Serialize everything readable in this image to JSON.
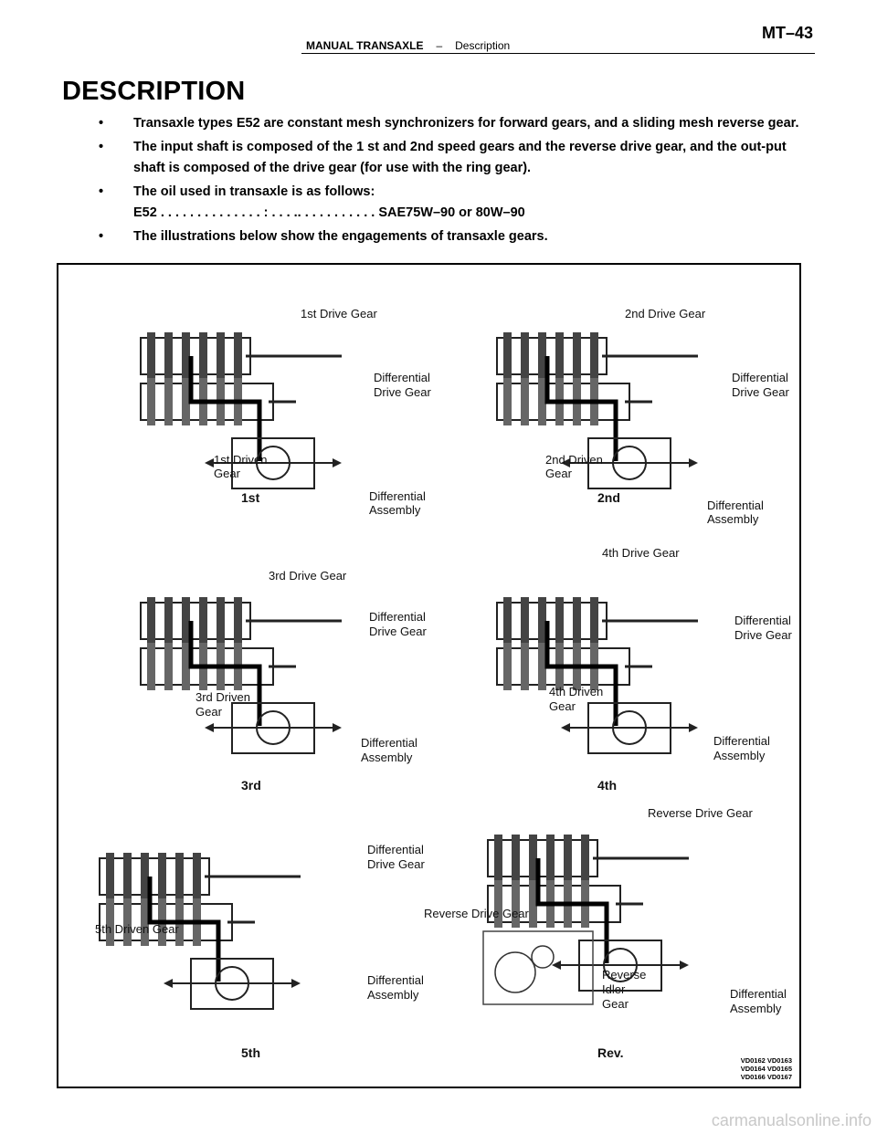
{
  "header": {
    "section": "MANUAL TRANSAXLE",
    "separator": "–",
    "subsection": "Description",
    "page_number": "MT–43"
  },
  "title": "DESCRIPTION",
  "bullets": [
    {
      "symbol": "•",
      "text": "Transaxle types E52 are constant mesh synchronizers for forward gears, and a sliding mesh reverse gear."
    },
    {
      "symbol": "•",
      "text": "The input shaft is composed of the 1 st and 2nd speed gears and the reverse drive gear, and the out-put shaft is composed of the drive gear (for use with the ring gear)."
    },
    {
      "symbol": "•",
      "text": "The oil used in transaxle is as follows:",
      "spec": "E52 . . . . . . . . . . . . . . : . . . .. . . . . . . . . . . SAE75W–90 or 80W–90"
    },
    {
      "symbol": "•",
      "text": "The illustrations below show the engagements of transaxle gears."
    }
  ],
  "figure": {
    "panels": [
      {
        "caption": "1st",
        "labels": [
          "1st Drive Gear",
          "Differential",
          "Drive Gear",
          "1st Driven",
          "Gear",
          "Differential",
          "Assembly"
        ]
      },
      {
        "caption": "2nd",
        "labels": [
          "2nd Drive Gear",
          "Differential",
          "Drive Gear",
          "2nd Driven",
          "Gear",
          "Differential",
          "Assembly"
        ]
      },
      {
        "caption": "3rd",
        "labels": [
          "3rd Drive Gear",
          "Differential",
          "Drive Gear",
          "3rd Driven",
          "Gear",
          "Differential",
          "Assembly"
        ]
      },
      {
        "caption": "4th",
        "labels": [
          "4th Drive Gear",
          "Differential",
          "Drive Gear",
          "4th Driven",
          "Gear",
          "Differential",
          "Assembly"
        ]
      },
      {
        "caption": "5th",
        "labels": [
          "Differential",
          "Drive Gear",
          "5th Driven Gear",
          "Differential",
          "Assembly"
        ]
      },
      {
        "caption": "Rev.",
        "labels": [
          "Reverse Drive Gear",
          "Reverse Drive Gear",
          "Reverse",
          "Idler",
          "Gear",
          "Differential",
          "Assembly"
        ]
      }
    ],
    "codes": [
      "VD0162 VD0163",
      "VD0164 VD0165",
      "VD0166 VD0167"
    ]
  },
  "watermark": "carmanualsonline.info"
}
